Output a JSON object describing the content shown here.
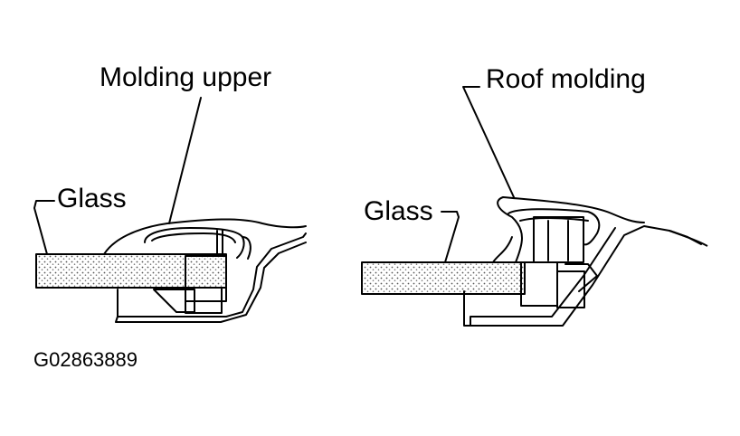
{
  "labels": {
    "left": {
      "molding": "Molding upper",
      "glass": "Glass"
    },
    "right": {
      "molding": "Roof molding",
      "glass": "Glass"
    },
    "figure_code": "G02863889"
  },
  "colors": {
    "ink": "#000000",
    "background": "#ffffff",
    "glass_fill": "#d8d8d8"
  }
}
